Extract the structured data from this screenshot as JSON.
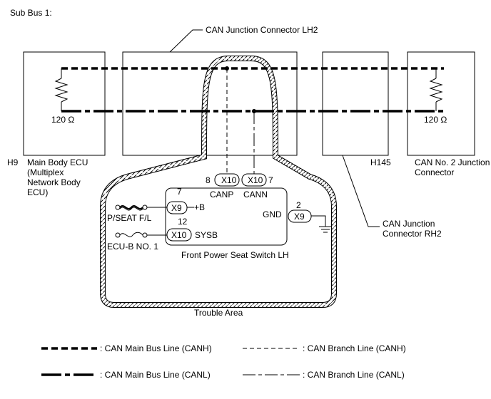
{
  "title": "Sub Bus 1:",
  "components": {
    "main_body_ecu": {
      "code": "H9",
      "name_lines": [
        "Main Body ECU",
        "(Multiplex",
        "Network Body",
        "ECU)"
      ],
      "resistor": "120 Ω"
    },
    "junction_lh2": {
      "name": "CAN Junction Connector LH2"
    },
    "junction_rh2": {
      "name_lines": [
        "CAN Junction",
        "Connector RH2"
      ]
    },
    "junction_no2": {
      "code": "H145",
      "name_lines": [
        "CAN No. 2 Junction",
        "Connector"
      ],
      "resistor": "120 Ω"
    },
    "seat_switch": {
      "name": "Front Power Seat Switch LH",
      "canp": {
        "pin": "8",
        "connector": "X10",
        "label": "CANP"
      },
      "cann": {
        "pin": "7",
        "connector": "X10",
        "label": "CANN"
      },
      "b": {
        "pin": "7",
        "connector": "X9",
        "label": "+B",
        "fuse": "P/SEAT F/L"
      },
      "sysb": {
        "pin": "12",
        "connector": "X10",
        "label": "SYSB",
        "fuse": "ECU-B NO. 1"
      },
      "gnd": {
        "pin": "2",
        "connector": "X9",
        "label": "GND"
      }
    }
  },
  "trouble_area": "Trouble Area",
  "legend": {
    "main_canh": ": CAN Main Bus Line (CANH)",
    "branch_canh": ": CAN Branch Line (CANH)",
    "main_canl": ": CAN Main Bus Line (CANL)",
    "branch_canl": ": CAN Branch Line (CANL)"
  }
}
